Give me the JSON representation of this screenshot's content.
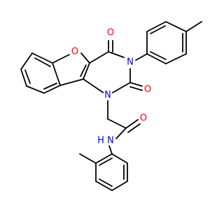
{
  "atom_labels": {
    "O_furan": "O",
    "O_carbonyl_top": "O",
    "N3": "N",
    "O_carbonyl_right": "O",
    "N1": "N",
    "O_amide": "O",
    "N_amide": "N",
    "H_amide": "H"
  },
  "colors": {
    "bond": "#000000",
    "oxygen": "#ff0000",
    "nitrogen": "#0000ff"
  }
}
